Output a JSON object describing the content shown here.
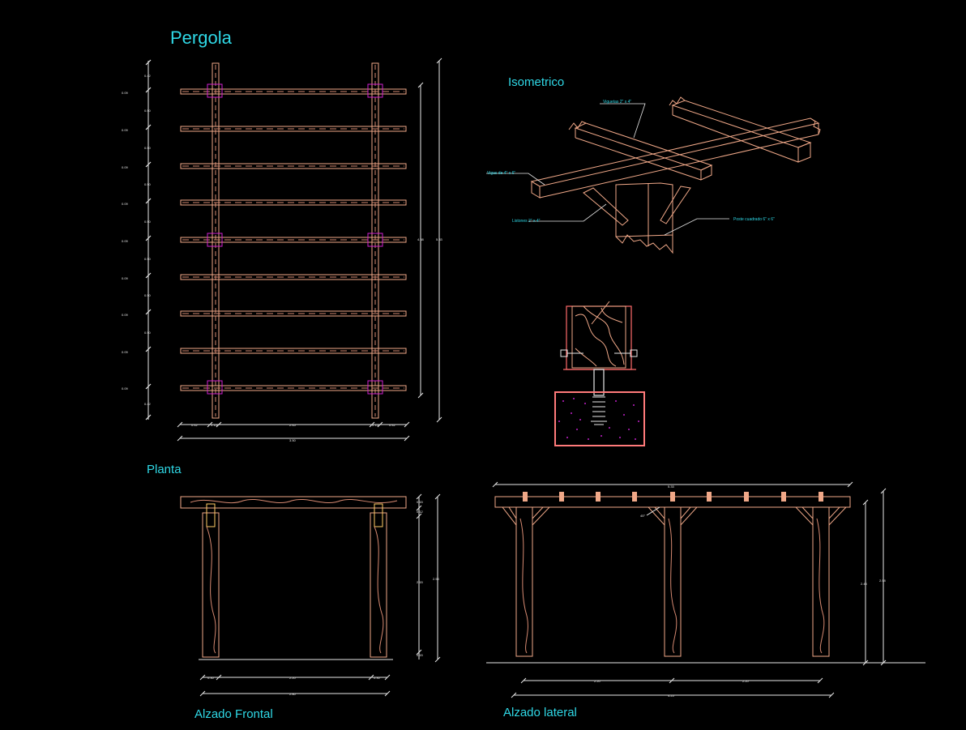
{
  "titles": {
    "main": "Pergola",
    "plan": "Planta",
    "iso": "Isometrico",
    "front": "Alzado Frontal",
    "side": "Alzado lateral"
  },
  "labels": {
    "viguetas": "Viguetas 2\" x 4\"",
    "vigas": "Vigas de 4\" x 6\"",
    "listones": "Listones 2\" x 4\"",
    "poste": "Poste cuadrado 6\" x 6\""
  },
  "plan_dims": {
    "left_spacing": [
      "0.09",
      "0.09",
      "0.09",
      "0.09",
      "0.09",
      "0.09",
      "0.09",
      "0.09",
      "0.09"
    ],
    "left_gaps": [
      "0.42",
      "0.50",
      "0.50",
      "0.50",
      "0.50",
      "0.50",
      "0.50",
      "0.50",
      "0.42"
    ],
    "right_inner": "4.88",
    "right_outer": "5.33",
    "bottom_left": "0.42",
    "bottom_left_b": "0.15",
    "bottom_mid": "2.45",
    "bottom_right_b": "0.15",
    "bottom_right": "0.42",
    "bottom_total": "3.50"
  },
  "front_dims": {
    "right_a": "0.15",
    "right_b": "0.12",
    "right_mid": "2.15",
    "right_total": "2.58",
    "right_small": "0.15",
    "bottom_left": "0.30",
    "bottom_mid": "2.20",
    "bottom_right": "0.30",
    "bottom_total": "2.80"
  },
  "side_dims": {
    "top": "5.33",
    "angle": "45°",
    "span_1": "2.20",
    "span_2": "2.20",
    "total": "4.25",
    "height_inner": "2.43",
    "height_outer": "2.58"
  }
}
